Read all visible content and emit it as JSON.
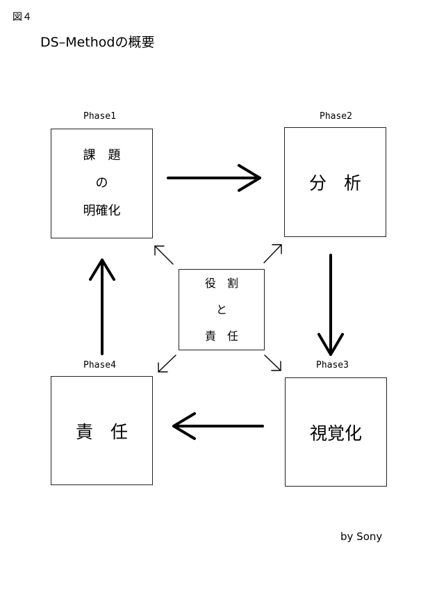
{
  "figure_label": "図４",
  "title": "DS–Methodの概要",
  "phases": [
    {
      "label": "Phase1",
      "lines": [
        "課　題",
        "の",
        "明確化"
      ]
    },
    {
      "label": "Phase2",
      "lines": [
        "分　析"
      ]
    },
    {
      "label": "Phase3",
      "lines": [
        "視覚化"
      ]
    },
    {
      "label": "Phase4",
      "lines": [
        "責　任"
      ]
    }
  ],
  "center": {
    "lines": [
      "役　割",
      "と",
      "責　任"
    ]
  },
  "credit": "by Sony",
  "colors": {
    "stroke": "#000000",
    "box_border": "#222222",
    "background": "#ffffff"
  }
}
